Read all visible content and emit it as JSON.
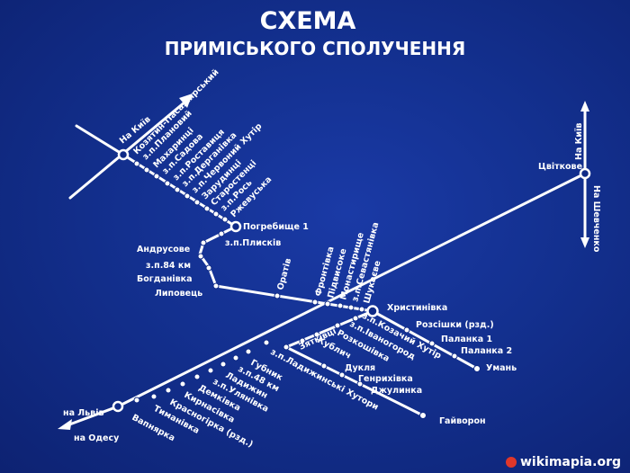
{
  "title": "СХЕМА",
  "subtitle": "ПРИМІСЬКОГО СПОЛУЧЕННЯ",
  "watermark": "wikimapia.org",
  "colors": {
    "background": "#13308f",
    "lines": "#ffffff",
    "watermark_dot": "#e0372a"
  },
  "labels": {
    "na_kyiv_left": "На Київ",
    "na_kyiv_right": "На Київ",
    "na_shevchenko": "На Шевченко",
    "na_lviv": "на Львів",
    "na_odesu": "на Одесу",
    "kozyatyn": "Козятин-Пасажирський",
    "planovyi": "з.п.Плановий",
    "makharyntsi": "Махаринці",
    "sadova": "з.п.Садова",
    "rostavytsia": "з.п.Роставиця",
    "derhanivka": "з.п.Дерганівка",
    "chervonyi_khutir": "з.п.Червоний Хутір",
    "zarudyntsi": "Зарудинці",
    "starostentsi": "Старостенці",
    "ros": "з.п.Рось",
    "rzhevuska": "Ржевуська",
    "pohrebyshche": "Погребище 1",
    "plyskiv": "з.п.Плисків",
    "andrusove": "Андрусове",
    "km84": "з.п.84 км",
    "bohdanivka": "Богданівка",
    "lypovets": "Липовець",
    "orativ": "Оратів",
    "frontivka": "Фронтівка",
    "pidvysoke": "Підвисоке",
    "monastyryshche": "Монастирище",
    "sevastianivka": "з.п.Севастянівка",
    "shukaieve": "Шукаєве",
    "khrystynivka": "Христинівка",
    "tsvitkove": "Цвіткове",
    "rossishky": "Розсішки (рзд.)",
    "palanka1": "Паланка 1",
    "palanka2": "Паланка 2",
    "uman": "Умань",
    "kozachyi_khutir": "з.п.Козачий Хутір",
    "ivanhorod": "з.п.Іваногород",
    "roshoshivka": "Розкошівка",
    "kublych": "Кублич",
    "ziatkivtsi": "Зятківці",
    "dukla": "Дукля",
    "henrykhivka": "Генрихівка",
    "dzhulynka": "Джулинка",
    "haivoron": "Гайворон",
    "ladyzhynski_khutory": "з.п.Ладижинські Хутори",
    "hubnyk": "Губник",
    "km48": "з.п.48 км",
    "ladyzhyn": "Ладижин",
    "ulianivka": "з.п.Улянівка",
    "demkivka": "Демківка",
    "kyrnasivka": "Кирнасівка",
    "krasnohirka": "Красногірка (рзд.)",
    "tymanivka": "Тиманівка",
    "vapniarka": "Вапнярка"
  }
}
